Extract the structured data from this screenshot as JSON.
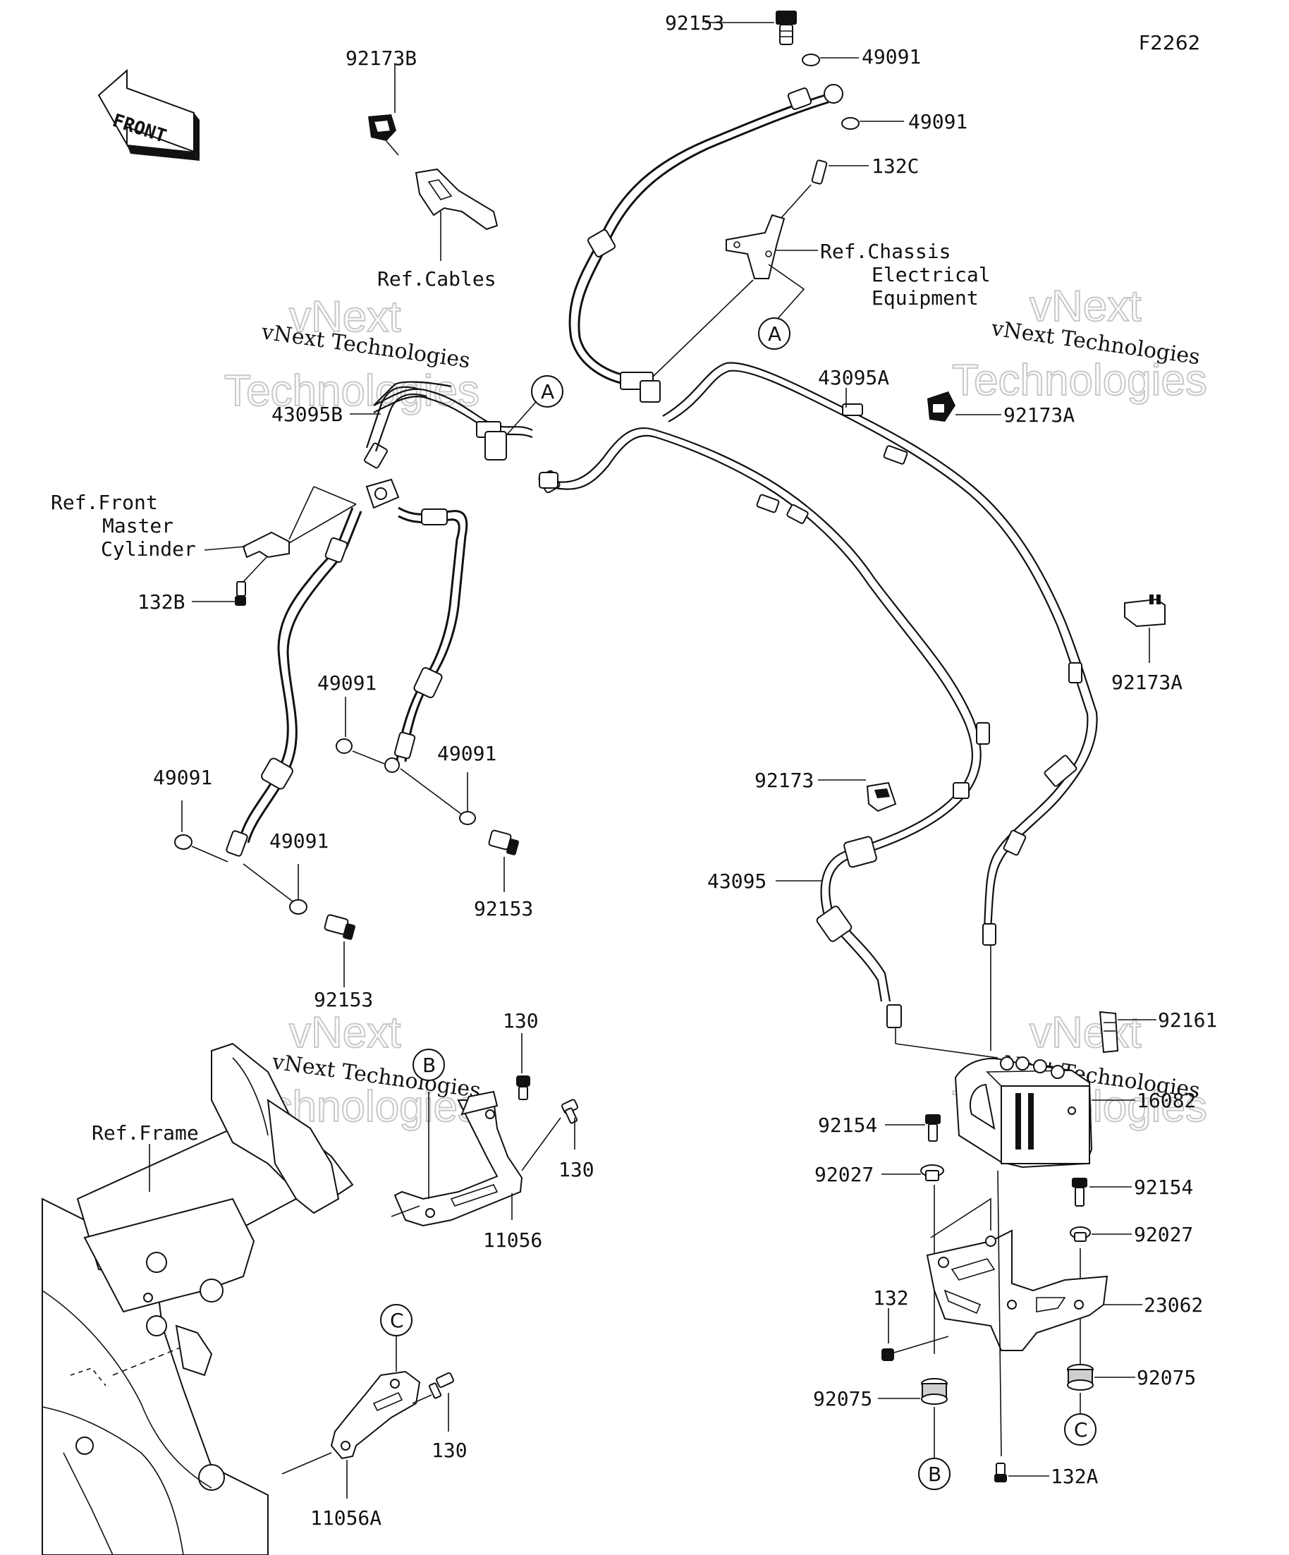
{
  "figure_code": "F2262",
  "front_arrow_text": "FRONT",
  "watermark": {
    "line1": "vNext",
    "line2": "Technologies",
    "caption": "vNext Technologies"
  },
  "ref_circles": {
    "a": "A",
    "b": "B",
    "c": "C"
  },
  "refs": {
    "cables": "Ref.Cables",
    "chassis_line1": "Ref.Chassis",
    "chassis_line2": "Electrical",
    "chassis_line3": "Equipment",
    "front_master_line1": "Ref.Front",
    "front_master_line2": "Master",
    "front_master_line3": "Cylinder",
    "frame": "Ref.Frame"
  },
  "parts": {
    "p92153_top": "92153",
    "p49091_top1": "49091",
    "p49091_top2": "49091",
    "p132C": "132C",
    "p92173B": "92173B",
    "p43095A": "43095A",
    "p43095B": "43095B",
    "p92173A_upper": "92173A",
    "p132B": "132B",
    "p92173A_lower": "92173A",
    "p49091_mid": "49091",
    "p49091_left": "49091",
    "p49091_right": "49091",
    "p49091_low": "49091",
    "p92153_right": "92153",
    "p92153_left": "92153",
    "p92173": "92173",
    "p43095": "43095",
    "p130_top": "130",
    "p130_mid": "130",
    "p11056": "11056",
    "p92161": "92161",
    "p16082": "16082",
    "p92154_left": "92154",
    "p92154_right": "92154",
    "p92027_left": "92027",
    "p92027_right": "92027",
    "p23062": "23062",
    "p132": "132",
    "p92075_left": "92075",
    "p92075_right": "92075",
    "p130_low": "130",
    "p11056A": "11056A",
    "p132A": "132A"
  }
}
